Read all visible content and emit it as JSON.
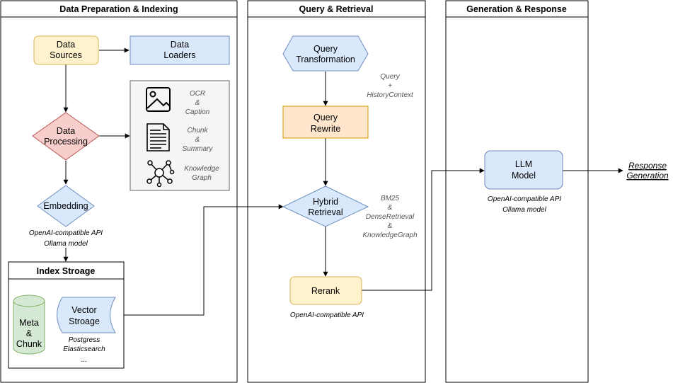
{
  "sections": {
    "prep": {
      "title": "Data Preparation & Indexing"
    },
    "query": {
      "title": "Query & Retrieval"
    },
    "gen": {
      "title": "Generation & Response"
    }
  },
  "nodes": {
    "data_sources": {
      "line1": "Data",
      "line2": "Sources"
    },
    "data_loaders": {
      "line1": "Data",
      "line2": "Loaders"
    },
    "data_processing": {
      "line1": "Data",
      "line2": "Processing"
    },
    "embedding": {
      "label": "Embedding"
    },
    "embedding_note": {
      "line1": "OpenAI-compatible API",
      "line2": "Ollama model"
    },
    "processing_outputs": {
      "ocr": {
        "line1": "OCR",
        "line2": "&",
        "line3": "Caption"
      },
      "chunk": {
        "line1": "Chunk",
        "line2": "&",
        "line3": "Summary"
      },
      "kg": {
        "line1": "Knowledge",
        "line2": "Graph"
      }
    },
    "index_storage": {
      "title": "Index Stroage",
      "meta": {
        "line1": "Meta",
        "line2": "&",
        "line3": "Chunk"
      },
      "vector": {
        "line1": "Vector",
        "line2": "Stroage"
      },
      "vector_note": {
        "line1": "Postgress",
        "line2": "Elasticsearch",
        "line3": "..."
      }
    },
    "query_transformation": {
      "line1": "Query",
      "line2": "Transformation"
    },
    "query_note": {
      "line1": "Query",
      "line2": "+",
      "line3": "HistoryContext"
    },
    "query_rewrite": {
      "line1": "Query",
      "line2": "Rewrite"
    },
    "hybrid_retrieval": {
      "line1": "Hybrid",
      "line2": "Retrieval"
    },
    "retrieval_note": {
      "line1": "BM25",
      "line2": "&",
      "line3": "DenseRetrieval",
      "line4": "&",
      "line5": "KnowledgeGraph"
    },
    "rerank": {
      "label": "Rerank"
    },
    "rerank_note": {
      "label": "OpenAI-compatible API"
    },
    "llm": {
      "line1": "LLM",
      "line2": "Model"
    },
    "llm_note": {
      "line1": "OpenAI-compatible API",
      "line2": "Ollama model"
    },
    "response": {
      "line1": "Response",
      "line2": "Generation"
    }
  },
  "colors": {
    "yellow_fill": "#fff2cc",
    "yellow_stroke": "#d6b656",
    "blue_fill": "#dae8fc",
    "blue_stroke": "#6c8ebf",
    "red_fill": "#f8cecc",
    "red_stroke": "#b85450",
    "orange_fill": "#ffe6cc",
    "orange_stroke": "#d79b00",
    "green_fill": "#d5e8d4",
    "green_stroke": "#82b366",
    "gray_fill": "#f5f5f5",
    "gray_stroke": "#666666"
  }
}
